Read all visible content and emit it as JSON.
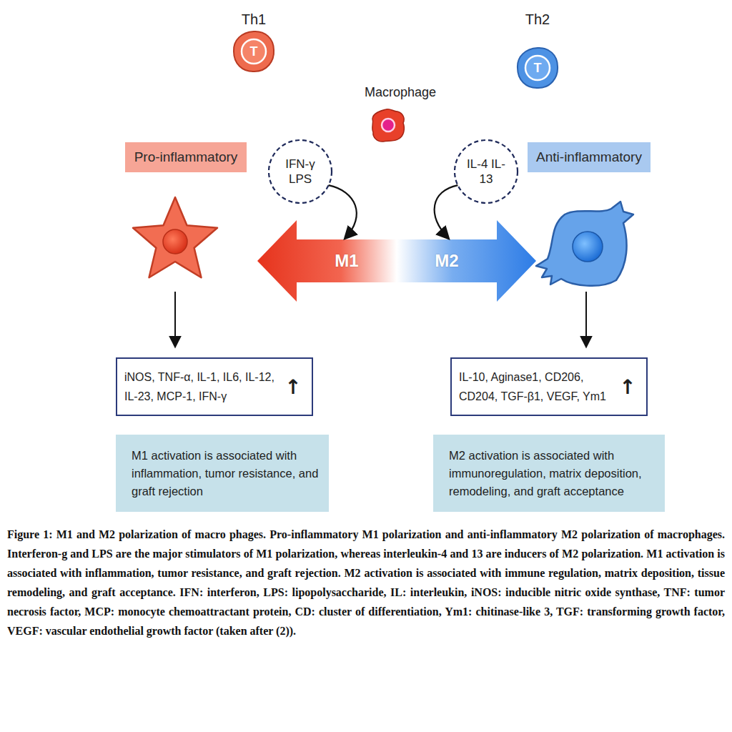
{
  "diagram": {
    "caption": "Figure 1: M1 and M2 polarization of macro phages. Pro-inflammatory M1 polarization and anti-inflammatory M2 polarization of macrophages. Interferon-g and LPS are the major stimulators of M1 polarization, whereas interleukin-4 and 13 are inducers of M2 polarization. M1 activation is associated with inflammation, tumor resistance, and graft rejection. M2 activation is associated with immune regulation, matrix deposition, tissue remodeling, and graft acceptance. IFN: interferon, LPS: lipopolysaccharide, IL: interleukin, iNOS: inducible nitric oxide synthase, TNF: tumor necrosis factor, MCP: monocyte chemoattractant protein, CD: cluster of differentiation, Ym1: chitinase-like 3, TGF: transforming growth factor, VEGF: vascular endothelial growth factor (taken after (2)).",
    "nodes": [
      {
        "text": [
          "Th1",
          "T"
        ]
      },
      {
        "text": [
          "Th2",
          "T"
        ]
      },
      {
        "text": [
          "Macrophage"
        ]
      },
      {
        "text": [
          "Pro-inflammatory"
        ]
      },
      {
        "text": [
          "IFN-γ LPS"
        ]
      },
      {
        "text": [
          "IL-4 IL-13"
        ]
      },
      {
        "text": [
          "Anti-inflammatory"
        ]
      },
      {
        "text": [
          "M1",
          "M2"
        ]
      },
      {
        "text": [
          "iNOS, TNF-α, IL-1, IL6, IL-12, IL-23, MCP-1, IFN-γ",
          "↑"
        ]
      },
      {
        "text": [
          "IL-10, Aginase1, CD206, CD204, TGF-β1, VEGF, Ym1",
          "↑"
        ]
      },
      {
        "text": [
          "M1 activation is associated with inflammation, tumor resistance, and graft rejection"
        ]
      },
      {
        "text": [
          "M2 activation is associated with immunoregulation, matrix deposition, remodeling, and graft acceptance"
        ]
      }
    ],
    "edges": [
      {
        "from": 4,
        "to": 7,
        "arrow": "to"
      },
      {
        "from": 5,
        "to": 7,
        "arrow": "to"
      }
    ]
  }
}
